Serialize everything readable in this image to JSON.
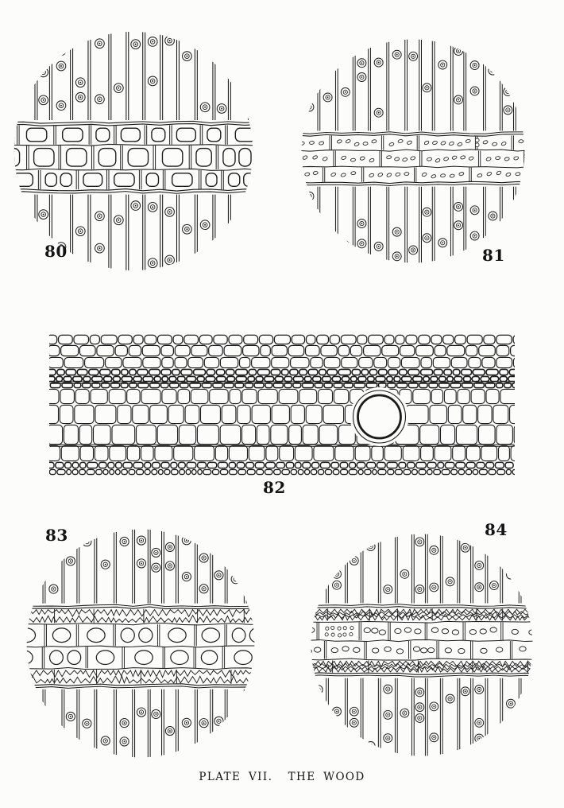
{
  "plate": {
    "caption": "PLATE VII.  THE WOOD"
  },
  "figures": [
    {
      "label": "80"
    },
    {
      "label": "81"
    },
    {
      "label": "82"
    },
    {
      "label": "83"
    },
    {
      "label": "84"
    }
  ]
}
